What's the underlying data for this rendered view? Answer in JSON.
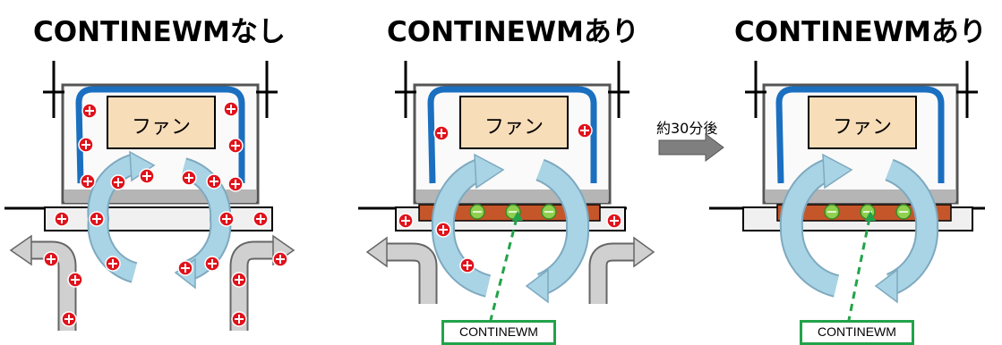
{
  "panels": [
    {
      "title": "CONTINEWMなし",
      "fan_label": "ファン"
    },
    {
      "title": "CONTINEWMあり",
      "fan_label": "ファン",
      "box_label": "CONTINEWM"
    },
    {
      "title": "CONTINEWMあり",
      "fan_label": "ファン",
      "box_label": "CONTINEWM"
    }
  ],
  "transition_label": "約30分後",
  "colors": {
    "blue_duct": "#1a6fc0",
    "light_blue_arrow": "#a9d4e6",
    "fan_box": "#f7ddb8",
    "copper_pad": "#c4562a",
    "green_particle": "#8fd14f",
    "red_particle": "#e0121b",
    "label_border": "#22a34a",
    "gray_arrow": "#d0d0d0"
  },
  "icons": [
    "red-particle-icon",
    "green-particle-icon",
    "circulation-arrow-icon",
    "exhaust-arrow-icon",
    "right-arrow-icon"
  ]
}
